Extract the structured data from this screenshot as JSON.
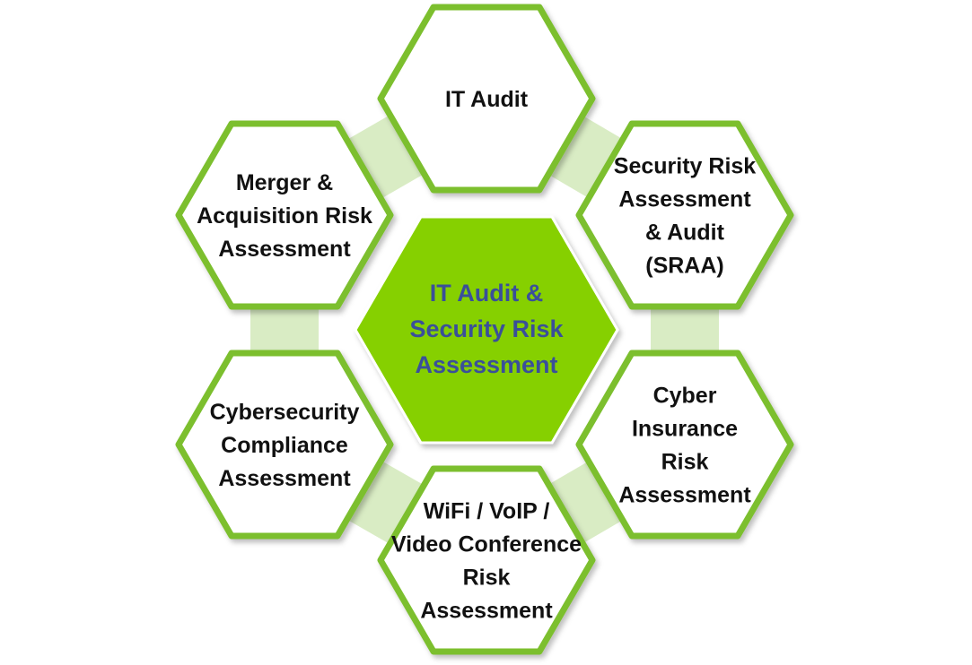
{
  "colors": {
    "outer_border": "#7cbf2f",
    "outer_fill": "#ffffff",
    "center_fill": "#86d000",
    "center_text": "#3a4f9a",
    "outer_text": "#111111",
    "connector": "#d9ecc4"
  },
  "center": {
    "lines": [
      "IT Audit &",
      "Security Risk",
      "Assessment"
    ]
  },
  "nodes": [
    {
      "id": "it-audit",
      "lines": [
        "IT Audit"
      ]
    },
    {
      "id": "security-risk-assessment-audit",
      "lines": [
        "Security Risk",
        "Assessment",
        "& Audit",
        "(SRAA)"
      ]
    },
    {
      "id": "cyber-insurance-risk-assessment",
      "lines": [
        "Cyber",
        "Insurance",
        "Risk",
        "Assessment"
      ]
    },
    {
      "id": "wifi-voip-video-conference-risk-assessment",
      "lines": [
        "WiFi / VoIP /",
        "Video Conference",
        "Risk",
        "Assessment"
      ]
    },
    {
      "id": "cybersecurity-compliance-assessment",
      "lines": [
        "Cybersecurity",
        "Compliance",
        "Assessment"
      ]
    },
    {
      "id": "merger-acquisition-risk-assessment",
      "lines": [
        "Merger &",
        "Acquisition Risk",
        "Assessment"
      ]
    }
  ]
}
